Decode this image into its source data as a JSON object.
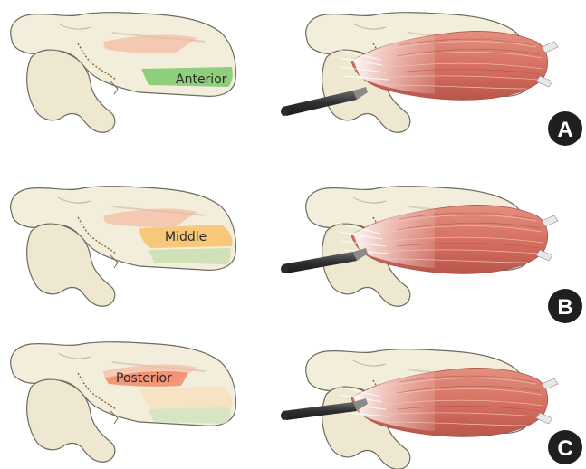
{
  "panels": [
    {
      "letter": "A",
      "region_label": "Anterior",
      "highlight_color": "#7cc96a"
    },
    {
      "letter": "B",
      "region_label": "Middle",
      "highlight_color": "#f7c36e"
    },
    {
      "letter": "C",
      "region_label": "Posterior",
      "highlight_color": "#f08a6a"
    }
  ],
  "colors": {
    "bone_fill": "#f2ecd6",
    "bone_stroke": "#6d6a60",
    "muscle": "#d9786a",
    "muscle_dark": "#b8584c",
    "tendon": "#e8e8ea",
    "probe": "#3a3a3a",
    "badge": "#1f1f1f",
    "suture": "#8a6a28"
  },
  "icons": {
    "probe": "surgical-probe-icon",
    "badge": "letter-circle-badge"
  }
}
